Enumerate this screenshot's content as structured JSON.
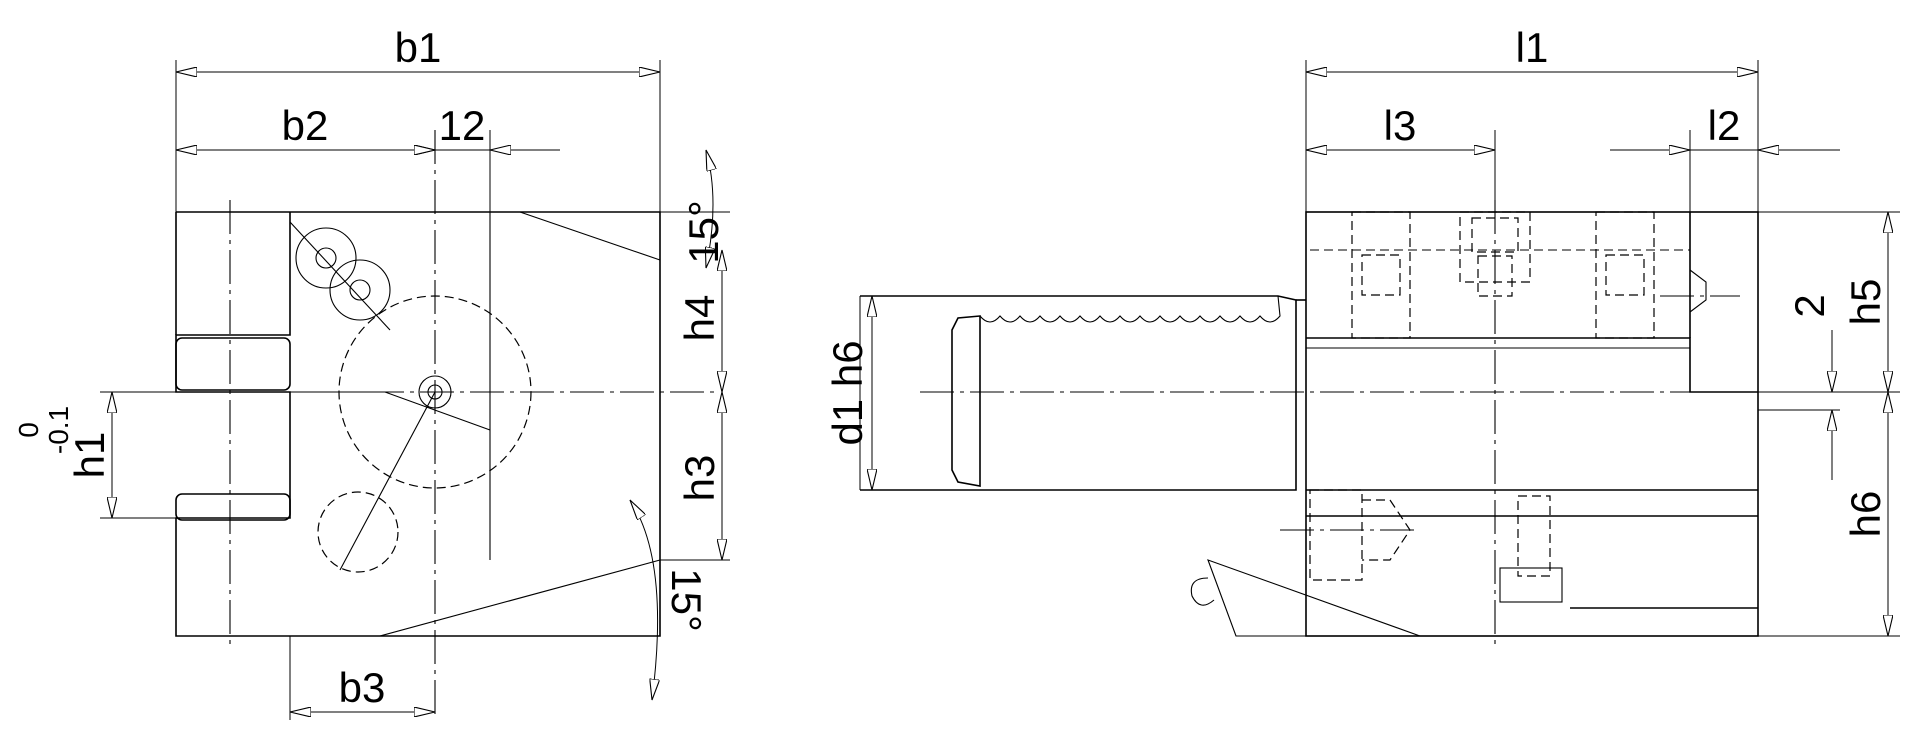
{
  "labels": {
    "b1": "b1",
    "b2": "b2",
    "b3": "b3",
    "dim_12": "12",
    "angle_top": "15°",
    "angle_bottom": "15°",
    "h1": "h1",
    "h3": "h3",
    "h4": "h4",
    "tol_upper": "0",
    "tol_lower": "-0.1",
    "d1": "d1 h6",
    "l1": "l1",
    "l2": "l2",
    "l3": "l3",
    "dim_2": "2",
    "h5": "h5",
    "h6": "h6"
  }
}
